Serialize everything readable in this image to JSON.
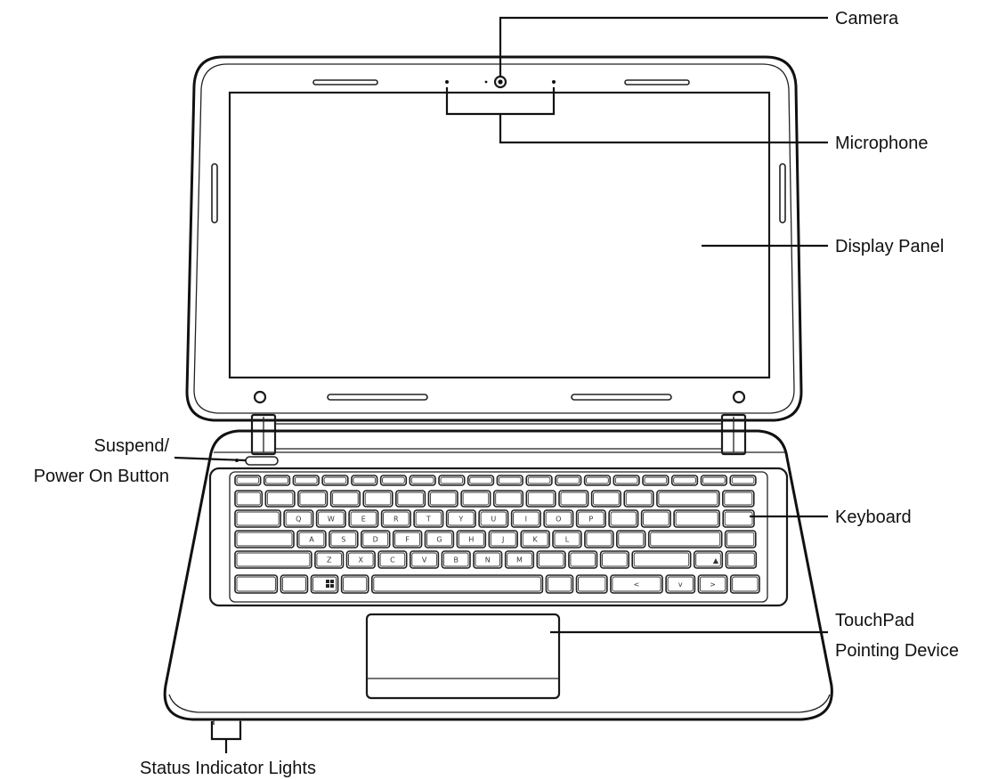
{
  "labels": {
    "camera": "Camera",
    "microphone": "Microphone",
    "display_panel": "Display Panel",
    "power_button_line1": "Suspend/",
    "power_button_line2": "Power On Button",
    "keyboard": "Keyboard",
    "touchpad_line1": "TouchPad",
    "touchpad_line2": "Pointing Device",
    "status_lights": "Status Indicator Lights"
  },
  "keyboard": {
    "rows": [
      [
        "",
        "",
        "",
        "",
        "",
        "",
        "",
        "",
        "",
        "",
        "",
        "",
        "",
        "",
        "",
        "",
        "",
        ""
      ],
      [
        "",
        "",
        "",
        "",
        "",
        "",
        "",
        "",
        "",
        "",
        "",
        "",
        "",
        "",
        ""
      ],
      [
        "",
        "Q",
        "W",
        "E",
        "R",
        "T",
        "Y",
        "U",
        "I",
        "O",
        "P",
        "",
        "",
        "",
        ""
      ],
      [
        "",
        "A",
        "S",
        "D",
        "F",
        "G",
        "H",
        "J",
        "K",
        "L",
        "",
        "",
        "",
        ""
      ],
      [
        "",
        "Z",
        "X",
        "C",
        "V",
        "B",
        "N",
        "M",
        "",
        "",
        "",
        "",
        "",
        ""
      ],
      [
        "",
        "",
        "",
        "",
        "",
        "",
        "",
        "<",
        "v",
        ">"
      ]
    ]
  },
  "colors": {
    "line": "#111111",
    "background": "#ffffff"
  },
  "icons": {
    "windows_key": "windows-logo-icon",
    "up_arrow": "arrow-up-icon"
  }
}
